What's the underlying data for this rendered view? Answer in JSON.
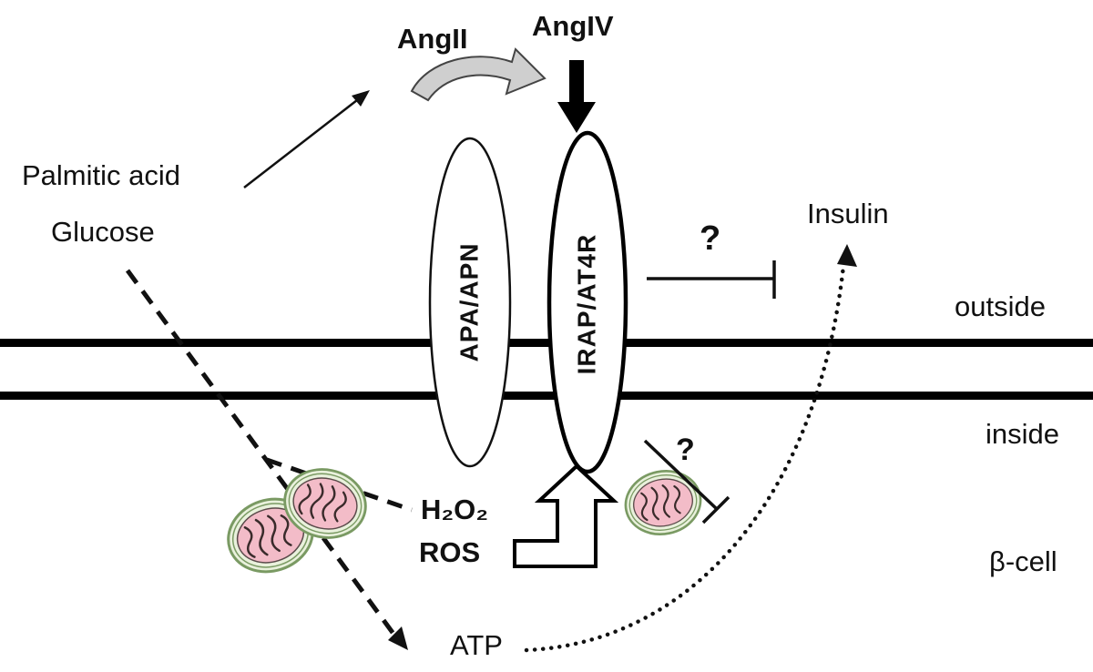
{
  "diagram": {
    "ligands": {
      "angII": "AngII",
      "angIV": "AngIV"
    },
    "receptors": {
      "apa": "APA/APN",
      "irap": "IRAP/AT4R"
    },
    "membrane": {
      "outside": "outside",
      "inside": "inside"
    },
    "inputs": {
      "palmitic_acid": "Palmitic acid",
      "glucose": "Glucose"
    },
    "outputs": {
      "insulin": "Insulin",
      "atp": "ATP"
    },
    "signals": {
      "h2o2": "H₂O₂",
      "ros": "ROS"
    },
    "cell": {
      "label": "β-cell"
    },
    "unknowns": {
      "top": "?",
      "bottom": "?"
    }
  }
}
